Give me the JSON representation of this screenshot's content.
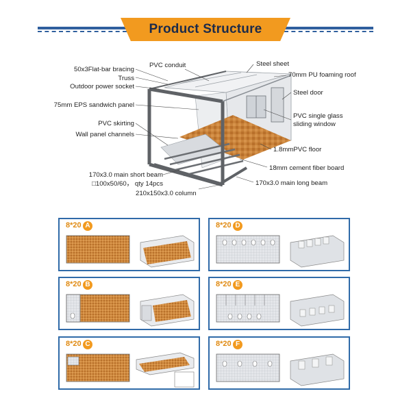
{
  "header": {
    "title": "Product Structure",
    "accent_color": "#f29a1f",
    "line_color": "#2f5f9e"
  },
  "structure_labels": {
    "left": [
      "50x3Flat-bar bracing",
      "Truss",
      "Outdoor power socket",
      "75mm EPS sandwich panel",
      "PVC skirting",
      "Wall panel channels",
      "170x3.0 main short beam",
      "□100x50/60， qty 14pcs"
    ],
    "top": "PVC conduit",
    "right": [
      "Steel sheet",
      "70mm PU foaming roof",
      "Steel door",
      "PVC single glass",
      "sliding window",
      "1.8mmPVC floor",
      "18mm cement fiber board",
      "170x3.0 main long beam"
    ],
    "bottom": "210x150x3.0 column"
  },
  "layouts": [
    {
      "size": "8*20",
      "code": "A"
    },
    {
      "size": "8*20",
      "code": "B"
    },
    {
      "size": "8*20",
      "code": "C"
    },
    {
      "size": "8*20",
      "code": "D"
    },
    {
      "size": "8*20",
      "code": "E"
    },
    {
      "size": "8*20",
      "code": "F"
    }
  ],
  "colors": {
    "frame": "#5f6266",
    "floor": "#c9833a",
    "panel_border": "#2f6aa8",
    "wall": "#e9ebee"
  }
}
